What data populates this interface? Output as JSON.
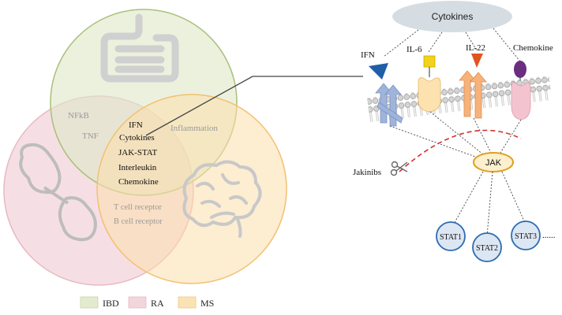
{
  "venn": {
    "intersections": {
      "ibd_ra": [
        "NFkB",
        "TNF"
      ],
      "ibd_ms": [
        "Inflammation"
      ],
      "ra_ms": [
        "T cell receptor",
        "B cell receptor"
      ],
      "all": [
        "IFN",
        "Cytokines",
        "JAK-STAT",
        "Interleukin",
        "Chemokine"
      ]
    },
    "legend": [
      {
        "label": "IBD",
        "color": "#e3ebcf"
      },
      {
        "label": "RA",
        "color": "#f3d6dc"
      },
      {
        "label": "MS",
        "color": "#fbe2b4"
      }
    ],
    "colors": {
      "ibd_stroke": "#a9c07a",
      "ra_stroke": "#e7b9c3",
      "ms_stroke": "#f2c170"
    }
  },
  "pathway": {
    "cytokines_label": "Cytokines",
    "ligands": [
      "IFN",
      "IL-6",
      "IL-22",
      "Chemokine"
    ],
    "jak_label": "JAK",
    "inhibitor_label": "Jakinibs",
    "stats": [
      "STAT1",
      "STAT2",
      "STAT3"
    ],
    "more": "......",
    "colors": {
      "ifn": "#1f5fa8",
      "il6": "#f3d21b",
      "il22": "#e2541f",
      "chemokine": "#6b2d7f",
      "stat_fill": "#dde6f3",
      "stat_stroke": "#2b6cb0",
      "jak_fill": "#fdf0cf",
      "jak_stroke": "#e0a020",
      "inhibit_line": "#d32f2f"
    }
  }
}
